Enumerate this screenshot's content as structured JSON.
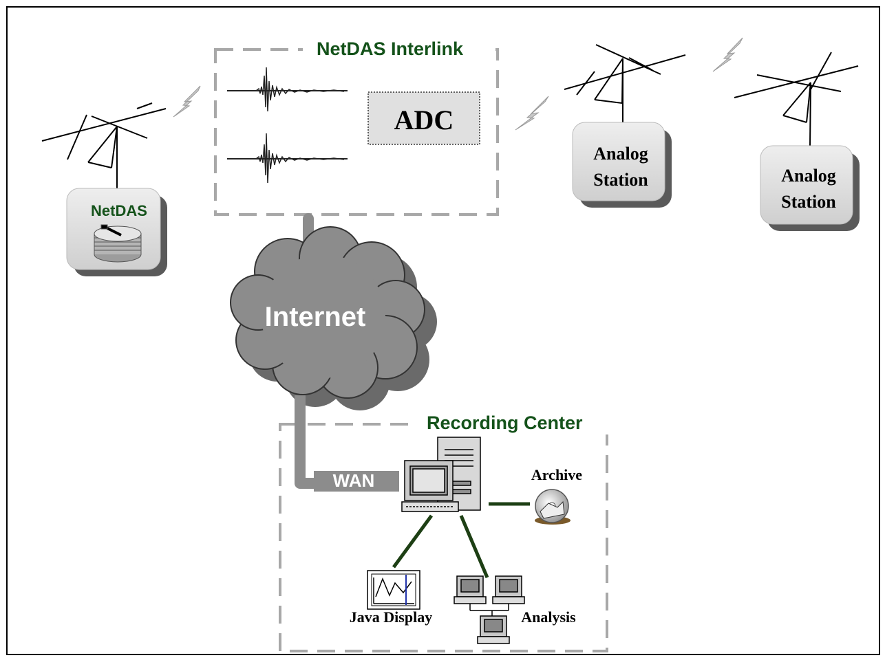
{
  "interlink": {
    "title": "NetDAS Interlink",
    "adc_label": "ADC"
  },
  "netdas": {
    "label": "NetDAS"
  },
  "stations": [
    {
      "line1": "Analog",
      "line2": "Station"
    },
    {
      "line1": "Analog",
      "line2": "Station"
    }
  ],
  "internet": {
    "label": "Internet"
  },
  "recording_center": {
    "title": "Recording Center",
    "wan_label": "WAN"
  },
  "archive": {
    "label": "Archive"
  },
  "java_display": {
    "label": "Java Display"
  },
  "analysis": {
    "label": "Analysis"
  },
  "colors": {
    "title_green": "#14521a",
    "link_green": "#1d3f14",
    "cloud_gray": "#8c8c8c",
    "dash_gray": "#a8a8a8"
  }
}
